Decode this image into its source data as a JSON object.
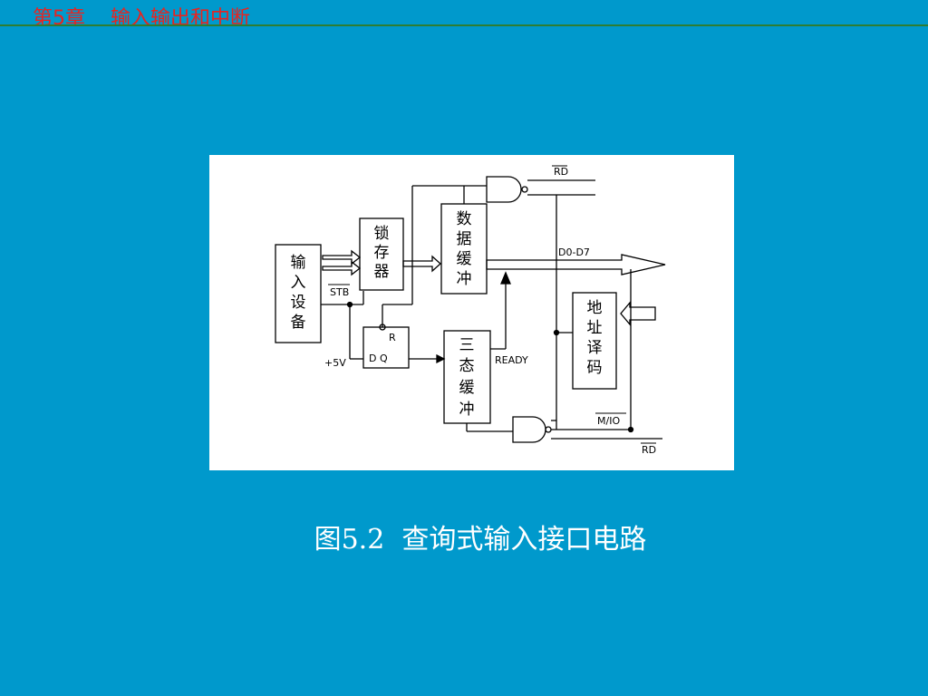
{
  "header": {
    "title": "第5章    输入输出和中断"
  },
  "diagram": {
    "blocks": {
      "input_device": "输入设备",
      "latch": "锁存器",
      "data_buffer": "数据缓冲",
      "tristate_buffer": "三态缓冲",
      "address_decoder": "地址译码",
      "flipflop_r": "R",
      "flipflop_dq": "D   Q"
    },
    "signals": {
      "rd_top": "RD",
      "d0_d7": "D0-D7",
      "stb": "STB",
      "plus5v": "+5V",
      "ready": "READY",
      "m_io": "M/IO",
      "rd_bottom": "RD"
    }
  },
  "caption": "图5.2  查询式输入接口电路"
}
